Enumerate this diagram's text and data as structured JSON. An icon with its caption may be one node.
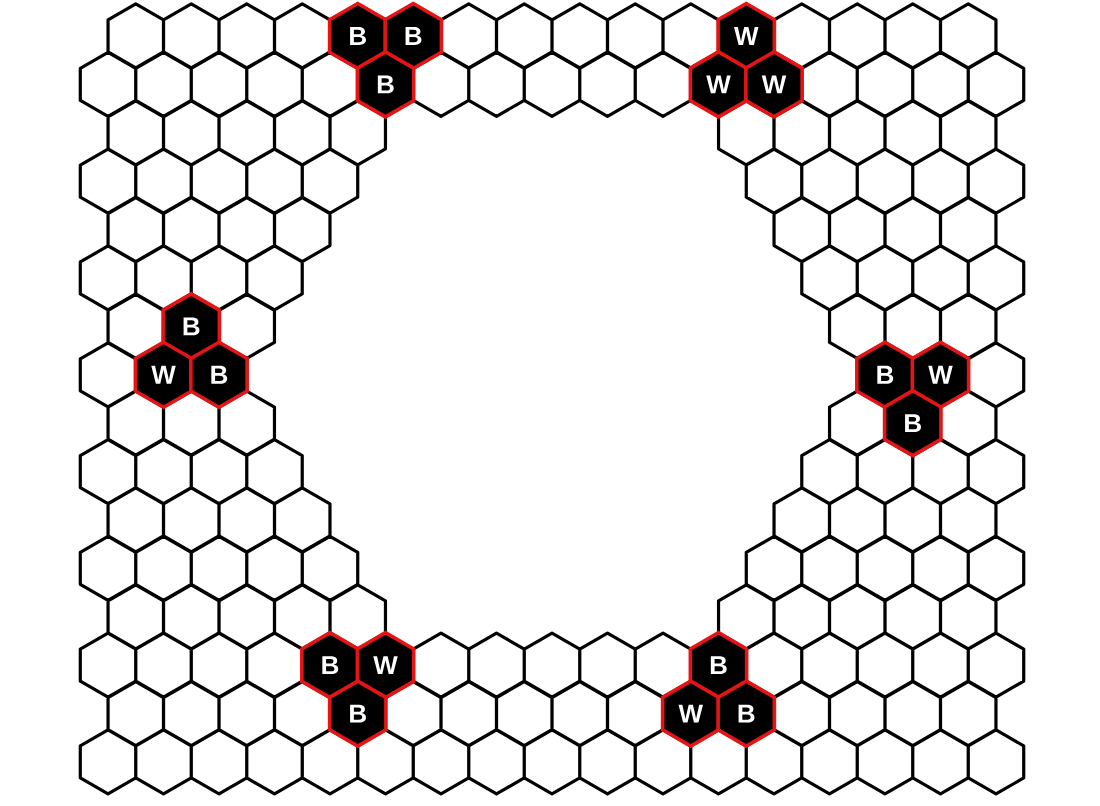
{
  "diagram": {
    "nodes": [
      {
        "text": [
          "B"
        ]
      },
      {
        "text": [
          "B"
        ]
      },
      {
        "text": [
          "W"
        ]
      },
      {
        "text": [
          "B"
        ]
      },
      {
        "text": [
          "W"
        ]
      },
      {
        "text": [
          "W"
        ]
      },
      {
        "text": [
          "B"
        ]
      },
      {
        "text": [
          "W"
        ]
      },
      {
        "text": [
          "B"
        ]
      },
      {
        "text": [
          "B"
        ]
      },
      {
        "text": [
          "W"
        ]
      },
      {
        "text": [
          "B"
        ]
      },
      {
        "text": [
          "B"
        ]
      },
      {
        "text": [
          "W"
        ]
      },
      {
        "text": [
          "B"
        ]
      },
      {
        "text": [
          "B"
        ]
      },
      {
        "text": [
          "W"
        ]
      },
      {
        "text": [
          "B"
        ]
      }
    ]
  }
}
